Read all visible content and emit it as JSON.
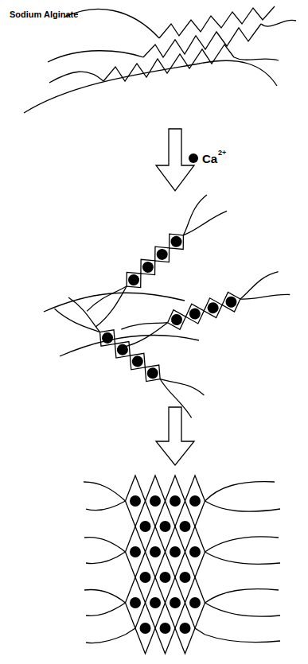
{
  "diagram": {
    "labels": [
      "Sodium Alginate",
      "Ca",
      "2+"
    ]
  }
}
